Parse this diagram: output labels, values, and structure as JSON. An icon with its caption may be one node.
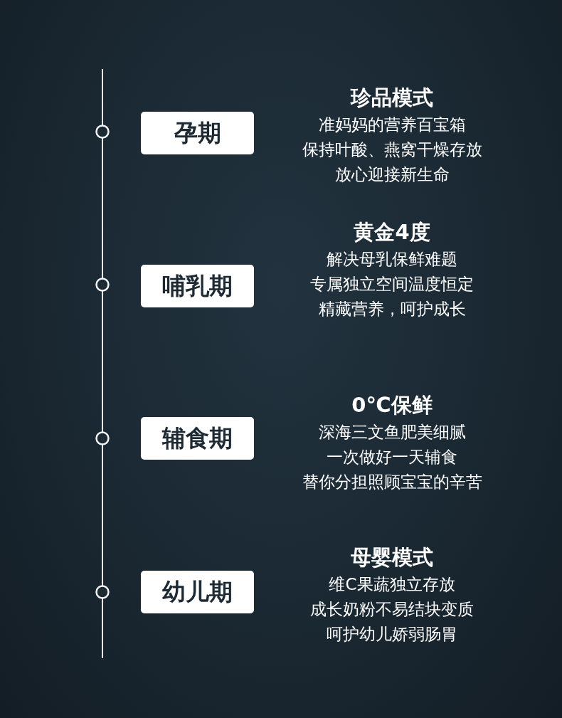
{
  "diagram": {
    "nodes": [
      {
        "text": [
          "孕期"
        ],
        "beside": [
          "珍品模式",
          "准妈妈的营养百宝箱",
          "保持叶酸、燕窝干燥存放",
          "放心迎接新生命"
        ]
      },
      {
        "text": [
          "哺乳期"
        ],
        "beside": [
          "黄金4度",
          "解决母乳保鲜难题",
          "专属独立空间温度恒定",
          "精藏营养，呵护成长"
        ]
      },
      {
        "text": [
          "辅食期"
        ],
        "beside": [
          "0℃保鲜",
          "深海三文鱼肥美细腻",
          "一次做好一天辅食",
          "替你分担照顾宝宝的辛苦"
        ]
      },
      {
        "text": [
          "幼儿期"
        ],
        "beside": [
          "母婴模式",
          "维C果蔬独立存放",
          "成长奶粉不易结块变质",
          "呵护幼儿娇弱肠胃"
        ]
      }
    ]
  }
}
